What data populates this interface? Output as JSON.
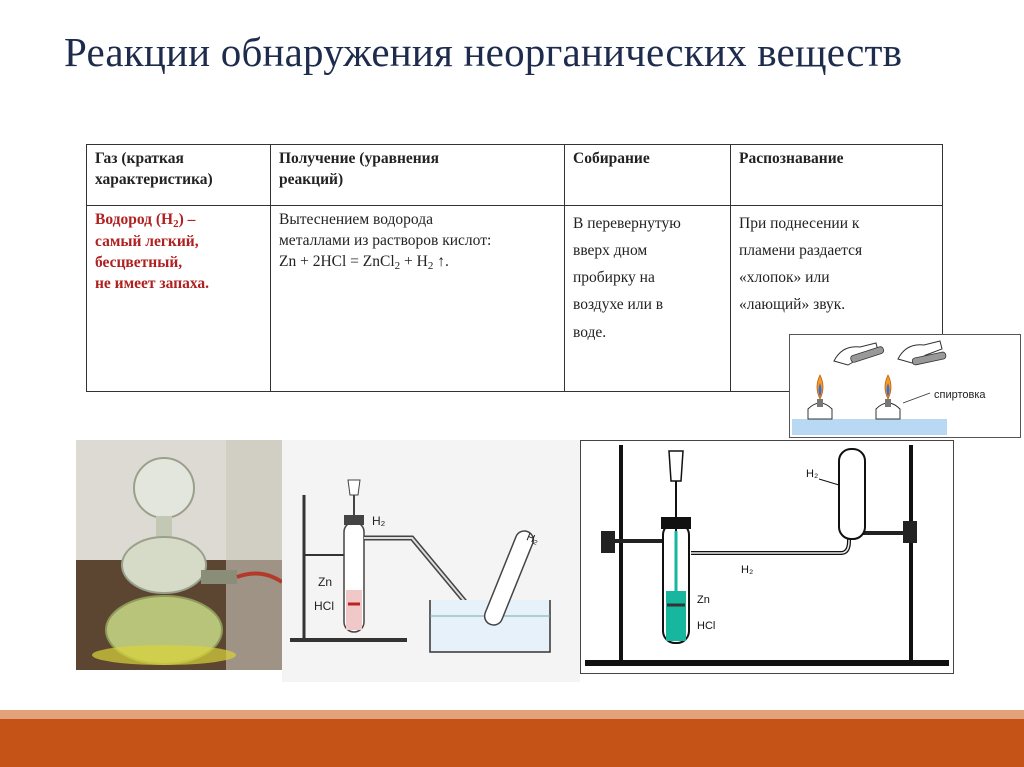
{
  "slide": {
    "title": "Реакции обнаружения неорганических веществ"
  },
  "table": {
    "headers": [
      [
        "Газ (краткая",
        "характеристика)"
      ],
      [
        "Получение (уравнения",
        "реакций)"
      ],
      [
        "Собирание"
      ],
      [
        "Распознавание"
      ]
    ],
    "row": {
      "gas": {
        "name": "Водород (H",
        "sub": "2",
        "rest": ") –",
        "lines": [
          "самый легкий,",
          "бесцветный,",
          "не имеет запаха."
        ]
      },
      "production": {
        "lines": [
          "Вытеснением водорода",
          "металлами из растворов кислот:"
        ],
        "eq_a": "Zn + 2HCl = ZnCl",
        "eq_sub1": "2",
        "eq_b": " + H",
        "eq_sub2": "2",
        "eq_c": " ↑."
      },
      "collection": {
        "lines": [
          "В перевернутую",
          "вверх дном",
          "пробирку на",
          "воздухе или в",
          "воде."
        ]
      },
      "recognition": {
        "lines": [
          "При поднесении к",
          "пламени раздается",
          "«хлопок» или",
          "«лающий» звук."
        ]
      }
    }
  },
  "figures": {
    "inset_label": "спиртовка",
    "d1_labels": {
      "h2": "H₂",
      "zn": "Zn",
      "hcl": "HCl",
      "h2_cyl": "H₂"
    },
    "d2_labels": {
      "h2_top": "H₂",
      "h2_pipe": "H₂",
      "zn": "Zn",
      "hcl": "HCl"
    }
  },
  "colors": {
    "title": "#1d2c4d",
    "gas_text": "#b02020",
    "bar_dark": "#c55318",
    "bar_light": "#e3a37a"
  }
}
